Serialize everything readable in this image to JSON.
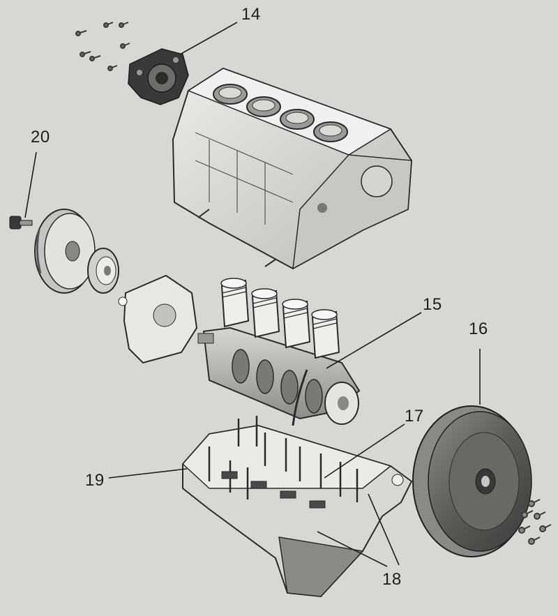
{
  "callouts": {
    "c14": "14",
    "c15": "15",
    "c16": "16",
    "c17": "17",
    "c18": "18",
    "c19": "19",
    "c20": "20"
  },
  "colors": {
    "paper": "#d9d7d3",
    "line": "#2a2a2a",
    "part_light": "#e6e4e1",
    "part_mid": "#b9b7b3",
    "part_dark": "#6c6a67",
    "part_black": "#2f2e2d"
  }
}
